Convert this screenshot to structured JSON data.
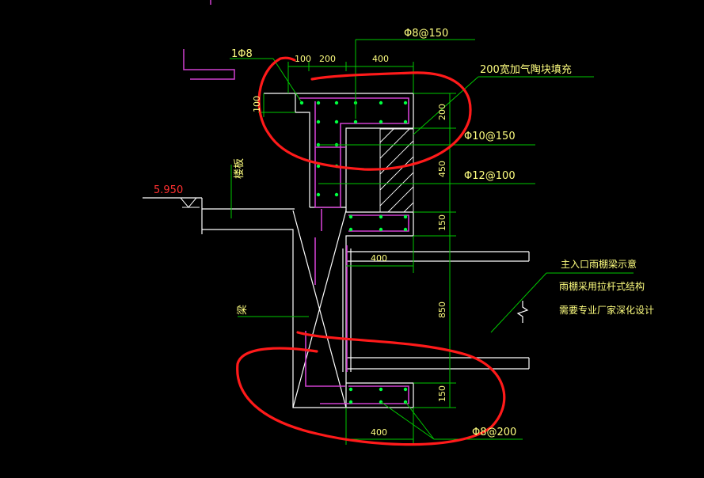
{
  "labels": {
    "rebar_top": "Φ8@150",
    "one_phi8": "1Φ8",
    "fill": "200宽加气陶块填充",
    "rebar_mid": "Φ10@150",
    "rebar_side": "Φ12@100",
    "elevation": "5.950",
    "slab": "楼板",
    "beam": "梁",
    "rebar_bottom": "Φ8@200"
  },
  "dims": {
    "d100a": "100",
    "d200a": "200",
    "d400a": "400",
    "d100b": "100",
    "d200b": "200",
    "d450": "450",
    "d150a": "150",
    "d400b": "400",
    "d850": "850",
    "d150b": "150",
    "d400c": "400"
  },
  "notes": {
    "line1": "主入口雨棚梁示意",
    "line2": "雨棚采用拉杆式结构",
    "line3": "需要专业厂家深化设计"
  },
  "colors": {
    "background": "#000000",
    "outline": "#ffffff",
    "leader": "#00c800",
    "text_yellow": "#ffff80",
    "elevation_red": "#ff3030",
    "rebar_magenta": "#d040d0",
    "rebar_dot": "#00ff40",
    "markup_red": "#ff1a1a"
  }
}
